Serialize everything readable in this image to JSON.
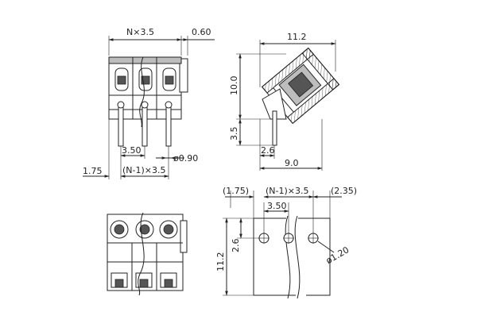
{
  "front_view": {
    "dim_top_pitch": "N×3.5",
    "dim_top_offset": "0.60",
    "dim_pin_pitch": "3.50",
    "dim_pin_dia": "ø0.90",
    "dim_left_offset": "1.75",
    "dim_bottom_pitch": "(N-1)×3.5"
  },
  "side_view": {
    "dim_width": "11.2",
    "dim_height": "10.0",
    "dim_pin_len": "3.5",
    "dim_pin_offset": "2.6",
    "dim_base_width": "9.0"
  },
  "pcb_layout": {
    "dim_left_margin": "(1.75)",
    "dim_pitch_total": "(N-1)×3.5",
    "dim_right_margin": "(2.35)",
    "dim_pitch": "3.50",
    "dim_height_total": "11.2",
    "dim_hole_offset": "2.6",
    "dim_hole_dia": "ø1.20"
  }
}
